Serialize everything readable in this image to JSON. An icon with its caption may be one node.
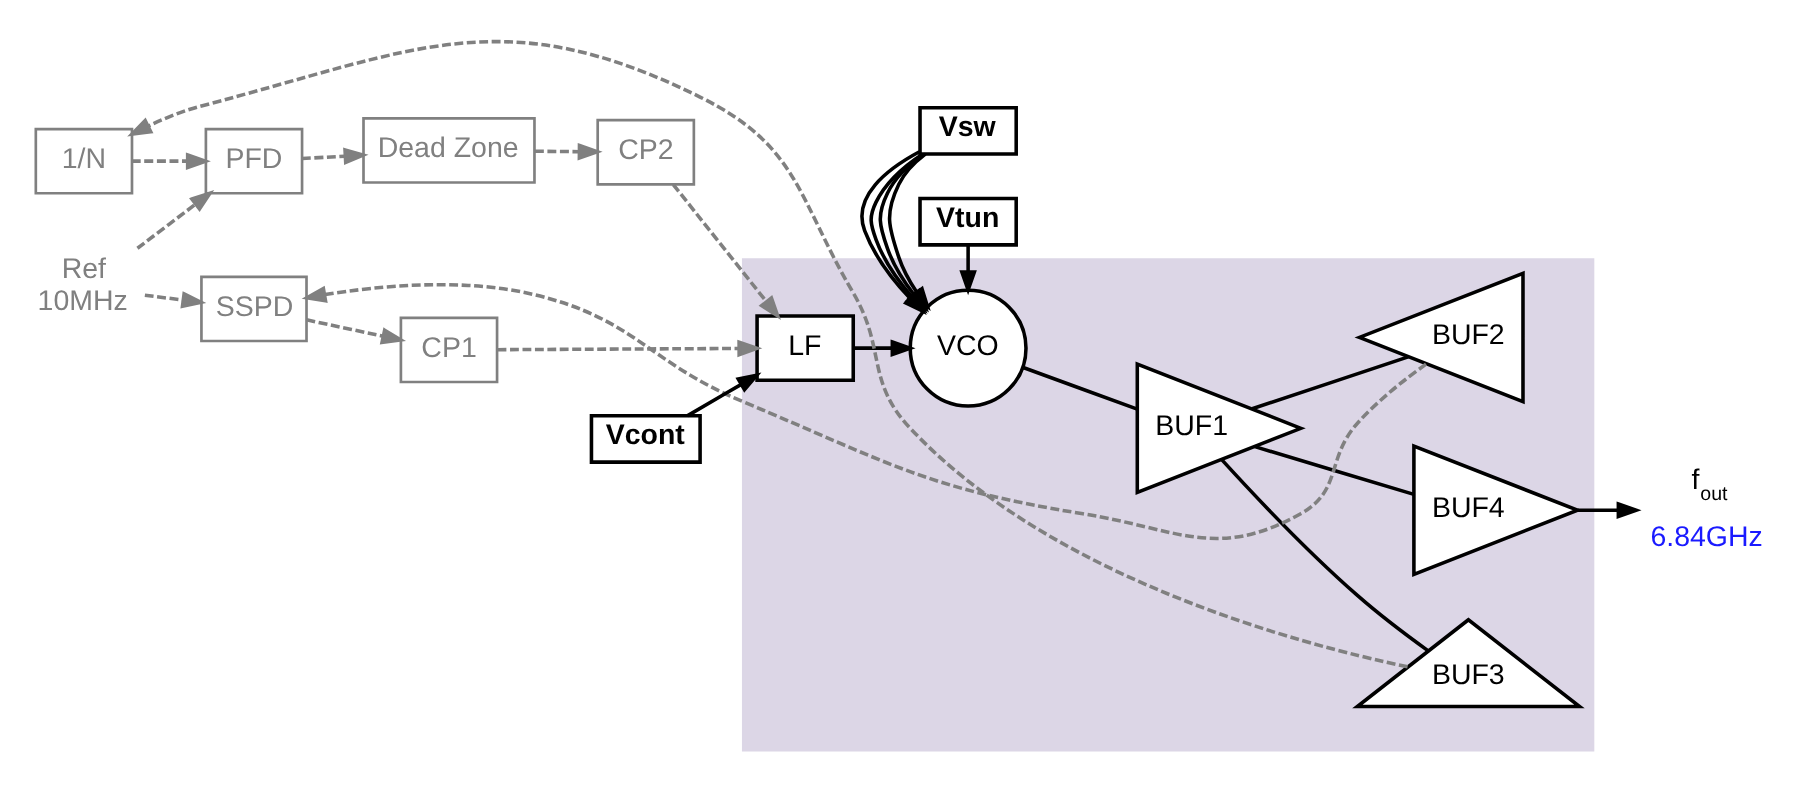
{
  "diagram": {
    "nodes": [
      {
        "text": [],
        "shape": "box"
      },
      {
        "text": [
          "1/N"
        ]
      },
      {
        "text": [
          "PFD"
        ]
      },
      {
        "text": [
          "Dead Zone"
        ]
      },
      {
        "text": [
          "CP2"
        ]
      },
      {
        "text": [
          "Ref",
          "10MHz"
        ]
      },
      {
        "text": [
          "SSPD"
        ]
      },
      {
        "text": [
          "CP1"
        ]
      },
      {
        "text": [
          "LF"
        ],
        "in": 0
      },
      {
        "text": [
          "VCO"
        ],
        "in": 0
      },
      {
        "text": [
          "BUF1"
        ],
        "in": 0
      },
      {
        "text": [
          "BUF3"
        ],
        "in": 0
      },
      {
        "text": [
          "BUF4"
        ],
        "in": 0
      },
      {
        "text": [
          "BUF2"
        ],
        "in": 0
      },
      {
        "text": [
          "Vtun"
        ]
      },
      {
        "text": [
          "Vsw"
        ]
      },
      {
        "text": [
          "Vcont"
        ]
      },
      {
        "text": [
          "f$_{out}$",
          "6.84GHz"
        ]
      }
    ],
    "edges": [
      {
        "from": 5,
        "to": 2,
        "arrow": "to",
        "style": "dashed",
        "color": "#808080"
      },
      {
        "from": 5,
        "to": 6,
        "arrow": "to",
        "style": "dashed",
        "color": "#808080"
      },
      {
        "from": 1,
        "to": 2,
        "arrow": "to",
        "style": "dashed",
        "color": "#808080"
      },
      {
        "from": 2,
        "to": 3,
        "arrow": "to",
        "style": "dashed",
        "color": "#808080"
      },
      {
        "from": 3,
        "to": 4,
        "arrow": "to",
        "style": "dashed",
        "color": "#808080"
      },
      {
        "from": 6,
        "to": 7,
        "arrow": "to",
        "style": "dashed",
        "color": "#808080"
      },
      {
        "from": 4,
        "to": 8,
        "arrow": "to",
        "style": "dashed",
        "color": "#808080"
      },
      {
        "from": 7,
        "to": 8,
        "arrow": "to",
        "style": "dashed",
        "color": "#808080"
      },
      {
        "from": 16,
        "to": 8,
        "arrow": "to"
      },
      {
        "from": 8,
        "to": 9,
        "arrow": "to"
      },
      {
        "from": 14,
        "to": 9,
        "arrow": "to"
      },
      {
        "from": 15,
        "to": 9,
        "arrow": "to"
      },
      {
        "from": 15,
        "to": 9,
        "arrow": "to"
      },
      {
        "from": 15,
        "to": 9,
        "arrow": "to"
      },
      {
        "from": 15,
        "to": 9,
        "arrow": "to"
      },
      {
        "from": 9,
        "to": 10,
        "arrow": "none"
      },
      {
        "from": 10,
        "to": 12,
        "arrow": "none"
      },
      {
        "from": 10,
        "to": 11,
        "arrow": "none"
      },
      {
        "from": 10,
        "to": 13,
        "arrow": "none"
      },
      {
        "from": 12,
        "to": 17,
        "arrow": "to"
      },
      {
        "from": 11,
        "to": 1,
        "arrow": "to",
        "style": "dashed",
        "color": "#808080"
      },
      {
        "from": 13,
        "to": 6,
        "arrow": "to",
        "style": "dashed",
        "color": "#808080"
      }
    ]
  }
}
